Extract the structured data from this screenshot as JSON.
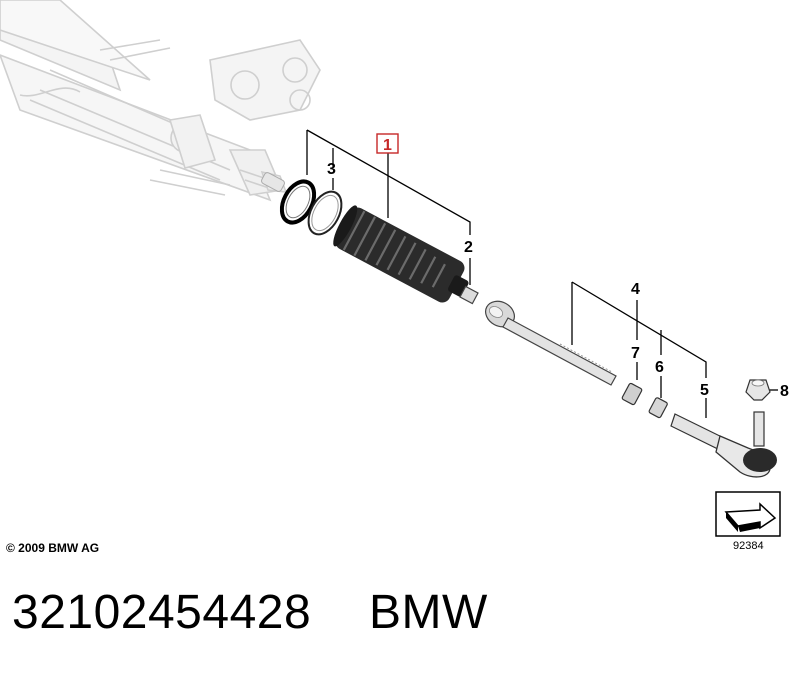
{
  "diagram": {
    "callouts": {
      "c1": "1",
      "c2": "2",
      "c3": "3",
      "c4": "4",
      "c5": "5",
      "c6": "6",
      "c7": "7",
      "c8": "8"
    },
    "highlighted_callout": "1",
    "colors": {
      "highlight": "#c62828",
      "ghost_parts": "#cfcfcf",
      "lines": "#000000"
    }
  },
  "copyright": "© 2009 BMW AG",
  "diagram_number": "92384",
  "footer": {
    "part_number": "32102454428",
    "brand": "BMW"
  }
}
